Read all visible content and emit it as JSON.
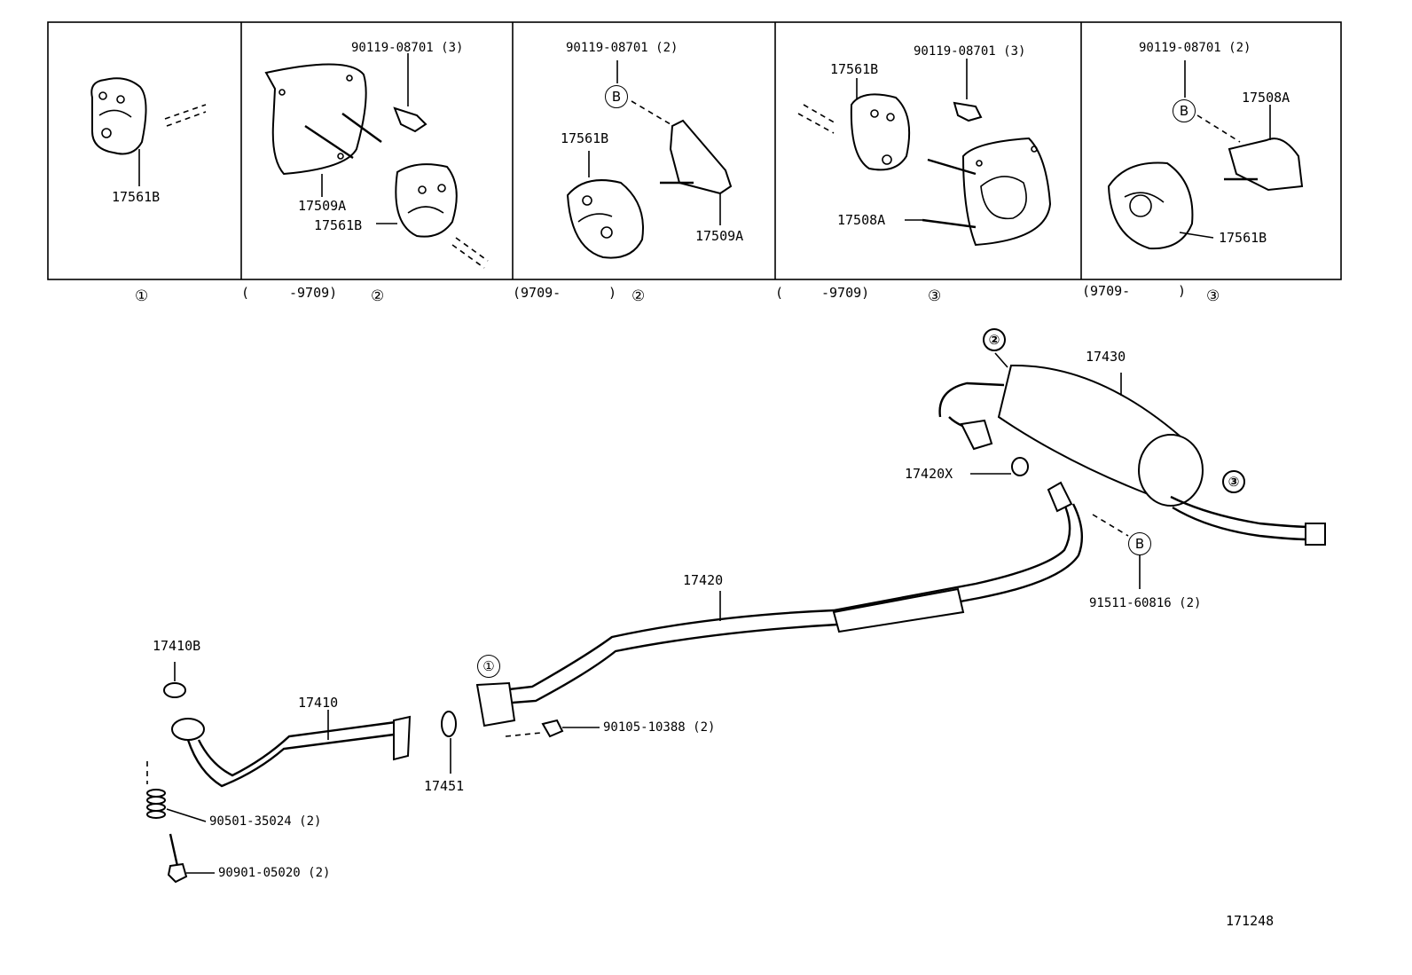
{
  "panels": {
    "p1": {
      "part": "17561B",
      "note": "①"
    },
    "p2": {
      "bolt": "90119-08701 (3)",
      "bracket": "17509A",
      "hanger": "17561B",
      "range_open": "(",
      "range_end": "-9709)",
      "note": "②"
    },
    "p3": {
      "bolt": "90119-08701 (2)",
      "ref": "B",
      "hanger": "17561B",
      "bracket": "17509A",
      "range": "(9709-",
      "range_close": ")",
      "note": "②"
    },
    "p4": {
      "bolt": "90119-08701 (3)",
      "hanger": "17561B",
      "bracket": "17508A",
      "range_open": "(",
      "range_end": "-9709)",
      "note": "③"
    },
    "p5": {
      "bolt": "90119-08701 (2)",
      "ref": "B",
      "bracket": "17508A",
      "hanger": "17561B",
      "range": "(9709-",
      "range_close": ")",
      "note": "③"
    }
  },
  "main": {
    "labels": {
      "muffler": "17430",
      "gasket_17420x": "17420X",
      "center_pipe": "17420",
      "bolt_91511": "91511-60816 (2)",
      "gasket_17410b": "17410B",
      "front_pipe": "17410",
      "gasket_17451": "17451",
      "bolt_90105": "90105-10388 (2)",
      "spring_90501": "90501-35024 (2)",
      "bolt_90901": "90901-05020 (2)"
    },
    "markers": {
      "m1": "①",
      "m2": "②",
      "m3": "③",
      "b": "B"
    },
    "figure_no": "171248"
  }
}
